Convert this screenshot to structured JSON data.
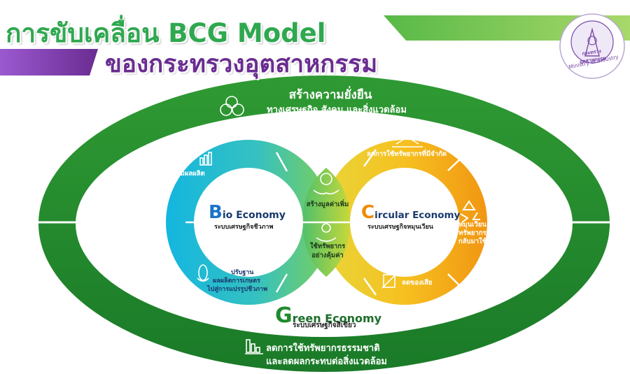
{
  "header": {
    "title_line1": "การขับเคลื่อน BCG Model",
    "title_line2": "ของกระทรวงอุตสาหกรรม"
  },
  "logo": {
    "name_th": "กระทรวงอุตสาหกรรม",
    "name_en": "Ministry of Industry"
  },
  "outer_ring": {
    "top_title": "สร้างความยั่งยืน",
    "top_subtitle": "ทางเศรษฐกิจ สังคม และสิ่งแวดล้อม",
    "bottom_line1": "ลดการใช้ทรัพยากรธรรมชาติ",
    "bottom_line2": "และลดผลกระทบต่อสิ่งแวดล้อม"
  },
  "green_economy": {
    "initial": "G",
    "rest": "reen Economy",
    "subtitle": "ระบบเศรษฐกิจสีเขียว"
  },
  "bio_economy": {
    "initial": "B",
    "rest": "io Economy",
    "subtitle": "ระบบเศรษฐกิจชีวภาพ",
    "item_top": "เพิ่มผลผลิต",
    "item_bottom_1": "ปรับฐาน",
    "item_bottom_2": "ผลผลิตการเกษตร",
    "item_bottom_3": "ไปสู่การแปรรูปชีวภาพ"
  },
  "center": {
    "item_top": "สร้างมูลค่าเพิ่ม",
    "item_bottom_1": "ใช้ทรัพยากร",
    "item_bottom_2": "อย่างคุ้มค่า"
  },
  "circular_economy": {
    "initial": "C",
    "rest": "ircular Economy",
    "subtitle": "ระบบเศรษฐกิจหมุนเวียน",
    "item_top": "ลดการใช้ทรัพยากรที่มีจำกัด",
    "item_right_1": "หมุนเวียน",
    "item_right_2": "ทรัพยากร",
    "item_right_3": "กลับมาใช้",
    "item_bottom": "ลดของเสีย"
  },
  "colors": {
    "title_green": "#2fa84f",
    "title_purple": "#6a2c91",
    "ring_green": "#1f8a2e",
    "ring_green_light": "#3fae3a",
    "bio_blue": "#1ab0d8",
    "circular_orange": "#f29a14",
    "circular_yellow": "#f6c81e",
    "initial_blue": "#1a73c9",
    "initial_orange": "#f08a00",
    "initial_green": "#1f8a2e"
  }
}
